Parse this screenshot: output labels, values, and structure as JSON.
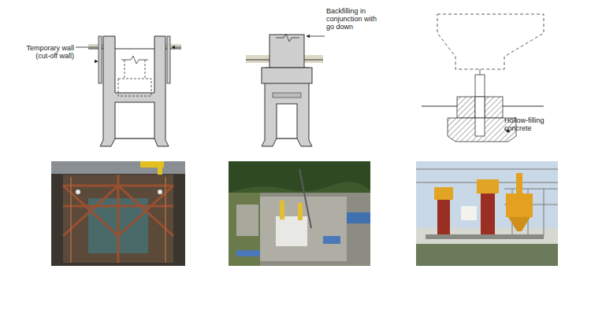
{
  "diagram": {
    "labels": [
      "Temporary wall (cut-off wall)",
      "Backfilling in conjunction with go down",
      "Hollow-filling concrete"
    ]
  }
}
